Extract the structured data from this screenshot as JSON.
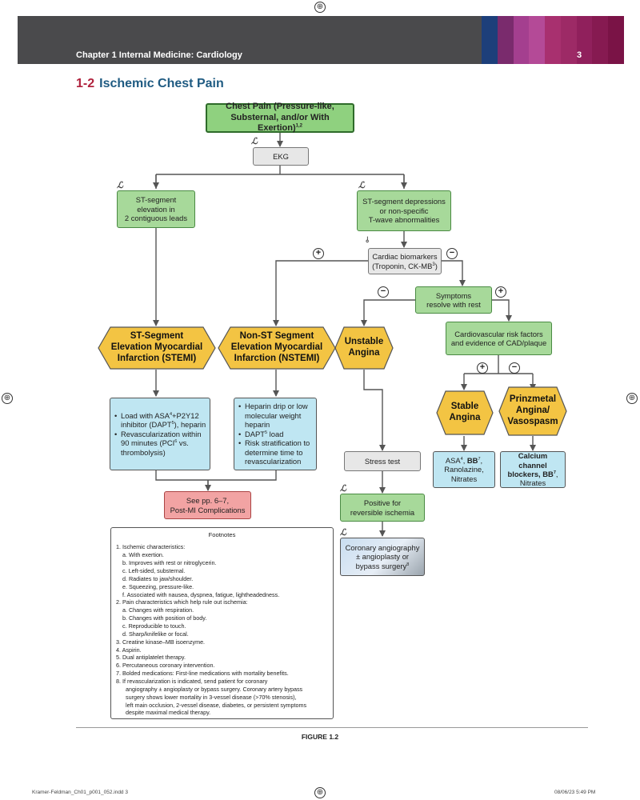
{
  "header": {
    "chapter": "Chapter 1  Internal Medicine: Cardiology",
    "page_number": "3",
    "stripe_colors": [
      "#1d3f7a",
      "#7a2b6d",
      "#a43f8f",
      "#b44a97",
      "#a8306f",
      "#9d2a66",
      "#90205c",
      "#861a51",
      "#7a1346"
    ]
  },
  "title": {
    "number": "1-2",
    "text": "Ischemic Chest Pain"
  },
  "colors": {
    "green": "#a7d99a",
    "blue": "#bfe6f2",
    "grey": "#e7e7e7",
    "pink": "#f2a3a3",
    "hex_fill": "#f3c443",
    "title_blue": "#1f5b82",
    "title_red": "#b0223d"
  },
  "nodes": {
    "chest_pain": {
      "l1": "Chest Pain (Pressure-like,",
      "l2": "Substernal, and/or With Exertion)",
      "sup": "1,2"
    },
    "ekg": "EKG",
    "st_elev": [
      "ST-segment",
      "elevation in",
      "2 contiguous leads"
    ],
    "st_dep": [
      "ST-segment depressions",
      "or non-specific",
      "T-wave abnormalities"
    ],
    "biomarkers": {
      "l1": "Cardiac biomarkers",
      "l2a": "(Troponin, CK-MB",
      "sup": "3",
      "l2b": ")"
    },
    "symptoms": [
      "Symptoms",
      "resolve with rest"
    ],
    "risk": [
      "Cardiovascular risk factors",
      "and evidence of CAD/plaque"
    ],
    "stemi": [
      "ST-Segment",
      "Elevation Myocardial",
      "Infarction (STEMI)"
    ],
    "nstemi": [
      "Non-ST Segment",
      "Elevation Myocardial",
      "Infarction (NSTEMI)"
    ],
    "unstable": [
      "Unstable",
      "Angina"
    ],
    "stable": [
      "Stable",
      "Angina"
    ],
    "prinzmetal": [
      "Prinzmetal",
      "Angina/",
      "Vasospasm"
    ],
    "stemi_tx": {
      "b1a": "Load with ASA",
      "b1sup": "4",
      "b1b": "+P2Y12 inhibitor (DAPT",
      "b1sup2": "5",
      "b1c": "), heparin",
      "b2a": "Revascularization within 90 minutes (PCI",
      "b2sup": "6",
      "b2b": " vs. thrombolysis)"
    },
    "nstemi_tx": {
      "b1": "Heparin drip or low molecular weight heparin",
      "b2a": "DAPT",
      "b2sup": "5",
      "b2b": " load",
      "b3": "Risk stratification to determine time to revascularization"
    },
    "see_pp": [
      "See pp. 6–7,",
      "Post-MI Complications"
    ],
    "stress": "Stress test",
    "positive": [
      "Positive for",
      "reversible ischemia"
    ],
    "coronary": {
      "l1": "Coronary angiography",
      "l2": "± angioplasty or",
      "l3a": "bypass surgery",
      "sup": "8"
    },
    "stable_tx": {
      "a": "ASA",
      "asup": "4",
      "b": ", ",
      "c": "BB",
      "csup": "7",
      "d": ",",
      "l2": "Ranolazine,",
      "l3": "Nitrates"
    },
    "prinz_tx": {
      "l1": "Calcium channel",
      "l2a": "blockers, BB",
      "sup": "7",
      "l2b": ",",
      "l3": "Nitrates"
    }
  },
  "signs": {
    "plus": "+",
    "minus": "−"
  },
  "footnotes": {
    "heading": "Footnotes",
    "lines": [
      {
        "lvl": 1,
        "t": "1. Ischemic characteristics:"
      },
      {
        "lvl": 2,
        "t": "a. With exertion."
      },
      {
        "lvl": 2,
        "t": "b. Improves with rest or nitroglycerin."
      },
      {
        "lvl": 2,
        "t": "c. Left-sided, substernal."
      },
      {
        "lvl": 2,
        "t": "d. Radiates to jaw/shoulder."
      },
      {
        "lvl": 2,
        "t": "e. Squeezing, pressure-like."
      },
      {
        "lvl": 2,
        "t": "f. Associated with nausea, dyspnea, fatigue, lightheadedness."
      },
      {
        "lvl": 1,
        "t": "2. Pain characteristics which help rule out ischemia:"
      },
      {
        "lvl": 2,
        "t": "a. Changes with respiration."
      },
      {
        "lvl": 2,
        "t": "b. Changes with position of body."
      },
      {
        "lvl": 2,
        "t": "c. Reproducible to touch."
      },
      {
        "lvl": 2,
        "t": "d. Sharp/knifelike or focal."
      },
      {
        "lvl": 1,
        "t": "3. Creatine kinase–MB isoenzyme."
      },
      {
        "lvl": 1,
        "t": "4. Aspirin."
      },
      {
        "lvl": 1,
        "t": "5. Dual antiplatelet therapy."
      },
      {
        "lvl": 1,
        "t": "6. Percutaneous coronary intervention."
      },
      {
        "lvl": 1,
        "t": "7. Bolded medications: First-line medications with mortality benefits."
      },
      {
        "lvl": 1,
        "t": "8. If revascularization is indicated, send patient for coronary"
      },
      {
        "lvl": 3,
        "t": "angiography ± angioplasty or bypass surgery. Coronary artery bypass"
      },
      {
        "lvl": 3,
        "t": "surgery shows lower mortality in 3-vessel disease (>70% stenosis),"
      },
      {
        "lvl": 3,
        "t": "left main occlusion, 2-vessel disease, diabetes, or persistent symptoms"
      },
      {
        "lvl": 3,
        "t": "despite maximal medical therapy."
      }
    ]
  },
  "figure_caption": "FIGURE 1.2",
  "footer": {
    "left": "Kramer-Feldman_Ch01_p001_052.indd   3",
    "right": "08/06/23   5:49 PM"
  }
}
